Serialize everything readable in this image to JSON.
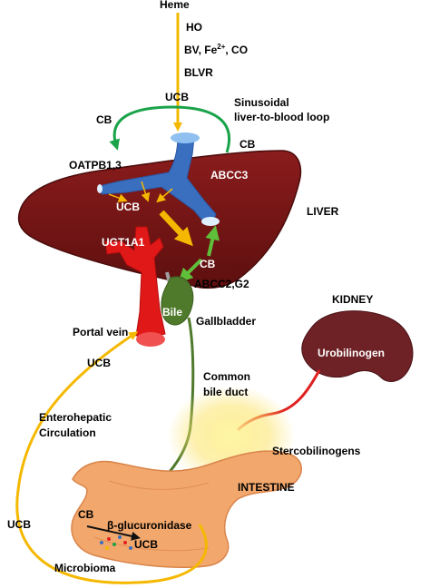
{
  "labels": {
    "heme": "Heme",
    "ho": "HO",
    "bv_fe_co_prefix": "BV, Fe",
    "bv_fe_co_sup": "2+",
    "bv_fe_co_suffix": ", CO",
    "blvr": "BLVR",
    "ucb_top": "UCB",
    "sinusoidal_line1": "Sinusoidal",
    "sinusoidal_line2": "liver-to-blood loop",
    "cb_left": "CB",
    "cb_right": "CB",
    "oatpb": "OATPB1,3",
    "abcc3": "ABCC3",
    "ucb_liver": "UCB",
    "liver": "LIVER",
    "ugt1a1": "UGT1A1",
    "cb_liver": "CB",
    "abcc2": "ABCC2,G2",
    "bile": "Bile",
    "gallbladder": "Gallbladder",
    "portal_vein": "Portal vein",
    "kidney": "KIDNEY",
    "urobilinogen": "Urobilinogen",
    "ucb_circ": "UCB",
    "common_bile_line1": "Common",
    "common_bile_line2": "bile duct",
    "entero_line1": "Enterohepatic",
    "entero_line2": "Circulation",
    "stercobilinogens": "Stercobilinogens",
    "intestine": "INTESTINE",
    "cb_intestine": "CB",
    "beta_gluc": "β-glucuronidase",
    "ucb_intestine": "UCB",
    "ucb_bottom_left": "UCB",
    "microbioma": "Microbioma"
  },
  "colors": {
    "liver": "#7a1515",
    "vein_blue": "#3a6fc0",
    "portal_red": "#e01818",
    "bile_green": "#4f7a2c",
    "uptake_green": "#1aa34a",
    "ucb_orange": "#f5b800",
    "intestine": "#f2a76c",
    "kidney": "#6e2226",
    "kidney_link": "#e02020"
  }
}
